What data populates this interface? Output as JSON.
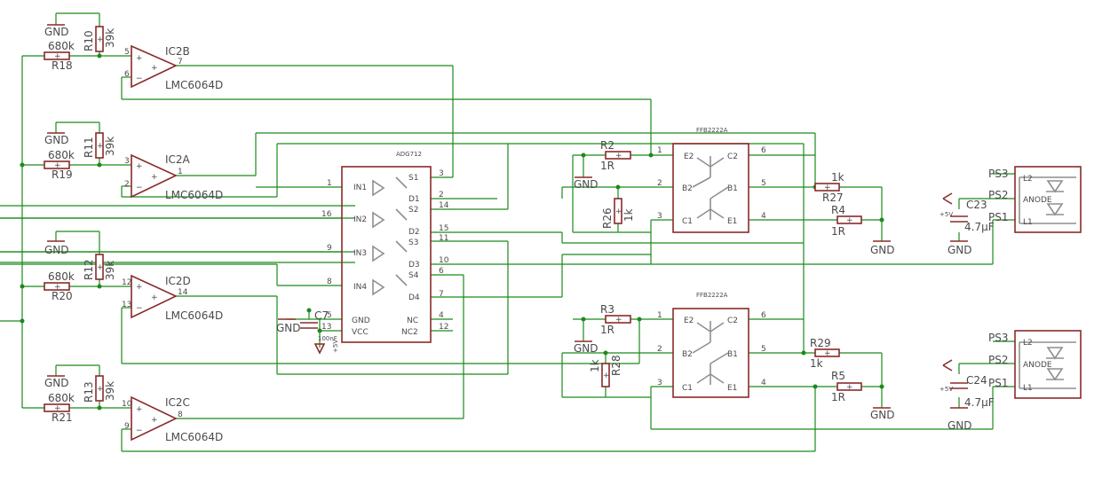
{
  "opamps": [
    {
      "name": "IC2B",
      "type": "LMC6064D",
      "in_plus": "5",
      "in_minus": "6",
      "out": "7"
    },
    {
      "name": "IC2A",
      "type": "LMC6064D",
      "in_plus": "3",
      "in_minus": "2",
      "out": "1"
    },
    {
      "name": "IC2D",
      "type": "LMC6064D",
      "in_plus": "12",
      "in_minus": "13",
      "out": "14"
    },
    {
      "name": "IC2C",
      "type": "LMC6064D",
      "in_plus": "10",
      "in_minus": "9",
      "out": "8"
    }
  ],
  "resistors": {
    "R10": {
      "name": "R10",
      "value": "39k"
    },
    "R11": {
      "name": "R11",
      "value": "39k"
    },
    "R12": {
      "name": "R12",
      "value": "39k"
    },
    "R13": {
      "name": "R13",
      "value": "39k"
    },
    "R18": {
      "name": "R18",
      "value": "680k"
    },
    "R19": {
      "name": "R19",
      "value": "680k"
    },
    "R20": {
      "name": "R20",
      "value": "680k"
    },
    "R21": {
      "name": "R21",
      "value": "680k"
    },
    "R2": {
      "name": "R2",
      "value": "1R"
    },
    "R3": {
      "name": "R3",
      "value": "1R"
    },
    "R26": {
      "name": "R26",
      "value": "1k"
    },
    "R28": {
      "name": "R28",
      "value": "1k"
    },
    "R27": {
      "name": "R27",
      "value": "1k"
    },
    "R29": {
      "name": "R29",
      "value": "1k"
    },
    "R4": {
      "name": "R4",
      "value": "1R"
    },
    "R5": {
      "name": "R5",
      "value": "1R"
    }
  },
  "switch_ic": {
    "name": "ADG712",
    "left_pins": [
      "1",
      "16",
      "9",
      "8"
    ],
    "inputs": [
      "IN1",
      "IN2",
      "IN3",
      "IN4"
    ],
    "sources": [
      "S1",
      "S2",
      "S3",
      "S4"
    ],
    "drains": [
      "D1",
      "D2",
      "D3",
      "D4"
    ],
    "right_pins": [
      "3",
      "2",
      "14",
      "15",
      "11",
      "10",
      "6",
      "7"
    ],
    "gnd": "GND",
    "vcc": "VCC",
    "nc": "NC",
    "nc2": "NC2",
    "gnd_pin": "5",
    "vcc_pin": "13",
    "nc_pin": "4",
    "nc2_pin": "12"
  },
  "transistors": [
    {
      "name": "FFB2222A",
      "e2": "E2",
      "c2": "C2",
      "b2": "B2",
      "b1": "B1",
      "c1": "C1",
      "e1": "E1",
      "pins": [
        "1",
        "2",
        "3",
        "6",
        "5",
        "4"
      ]
    },
    {
      "name": "FFB2222A",
      "e2": "E2",
      "c2": "C2",
      "b2": "B2",
      "b1": "B1",
      "c1": "C1",
      "e1": "E1",
      "pins": [
        "1",
        "2",
        "3",
        "6",
        "5",
        "4"
      ]
    }
  ],
  "leds": [
    {
      "l2": "L2",
      "anode": "ANODE",
      "l1": "L1",
      "ps3": "PS3",
      "ps2": "PS2",
      "ps1": "PS1"
    },
    {
      "l2": "L2",
      "anode": "ANODE",
      "l1": "L1",
      "ps3": "PS3",
      "ps2": "PS2",
      "ps1": "PS1"
    }
  ],
  "capacitors": {
    "C7": {
      "name": "C7",
      "value": "100nF"
    },
    "C23": {
      "name": "C23",
      "value": "4.7µF"
    },
    "C24": {
      "name": "C24",
      "value": "4.7µF"
    }
  },
  "supply": {
    "plus5": "+5V"
  },
  "gnd_label": "GND"
}
